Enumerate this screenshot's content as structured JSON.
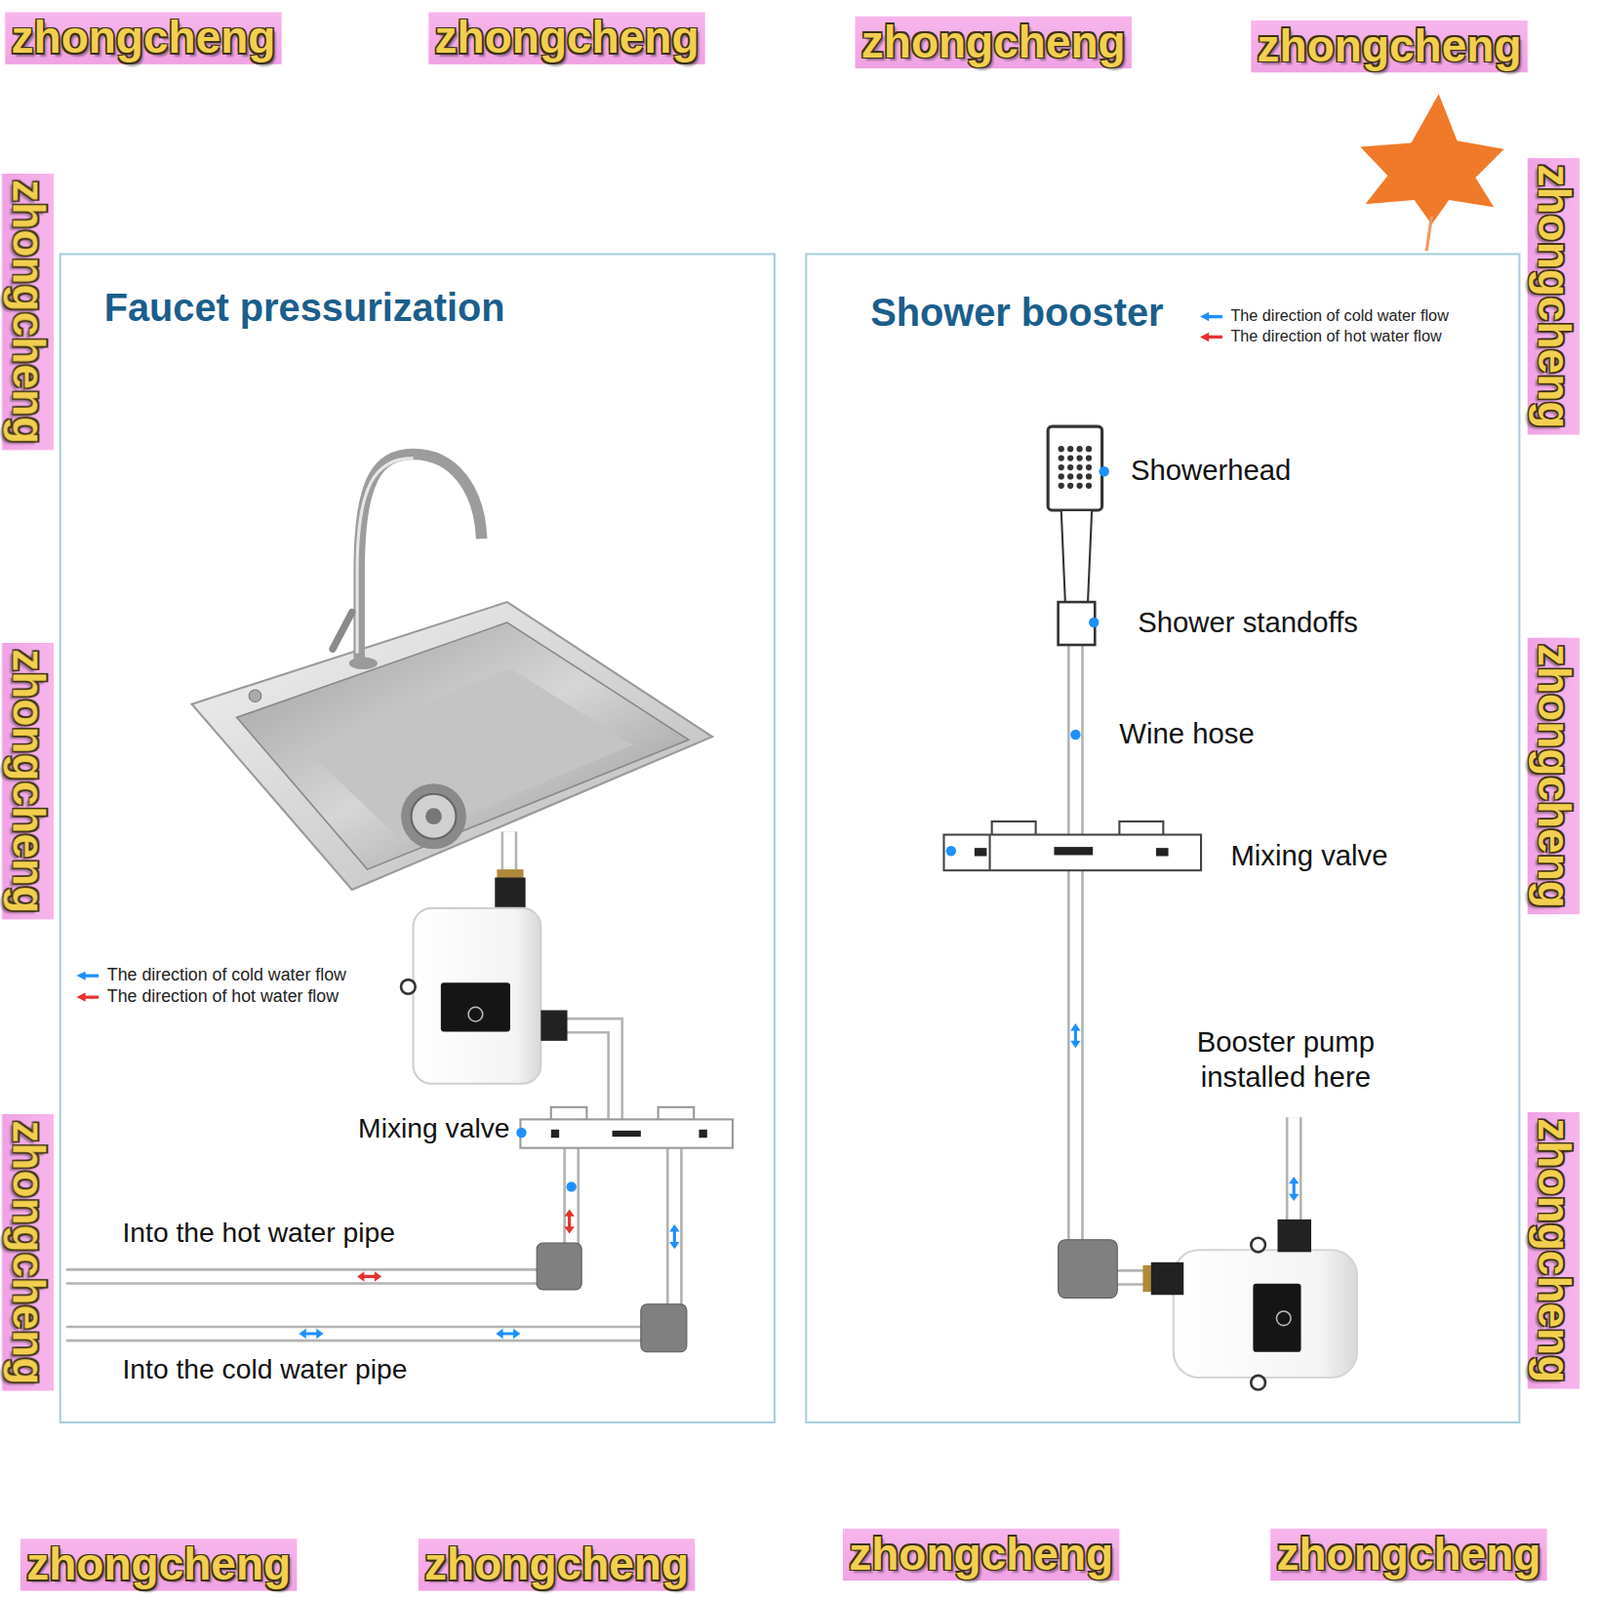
{
  "diagram": {
    "nodes": [
      {
        "text": [
          "Faucet pressurization"
        ]
      },
      {
        "text": [
          "Shower booster"
        ]
      }
    ],
    "labels": [
      "zhongcheng",
      "zhongcheng",
      "zhongcheng",
      "zhongcheng",
      "zhongcheng",
      "zhongcheng",
      "zhongcheng",
      "zhongcheng",
      "zhongcheng",
      "zhongcheng",
      "Mixing valve",
      "Into the hot water pipe",
      "Into the cold water pipe",
      "Showerhead",
      "Shower standoffs",
      "Wine hose",
      "Mixing valve",
      "Booster pump installed here",
      "zhongcheng",
      "zhongcheng",
      "zhongcheng",
      "zhongcheng"
    ],
    "legend": [
      {
        "text": "The direction of cold water flow",
        "color": "#1e90ff"
      },
      {
        "text": "The direction of hot water flow",
        "color": "#e8322d"
      },
      {
        "text": "The direction of cold water flow",
        "color": "#1e90ff"
      },
      {
        "text": "The direction of hot water flow",
        "color": "#e8322d"
      }
    ]
  }
}
